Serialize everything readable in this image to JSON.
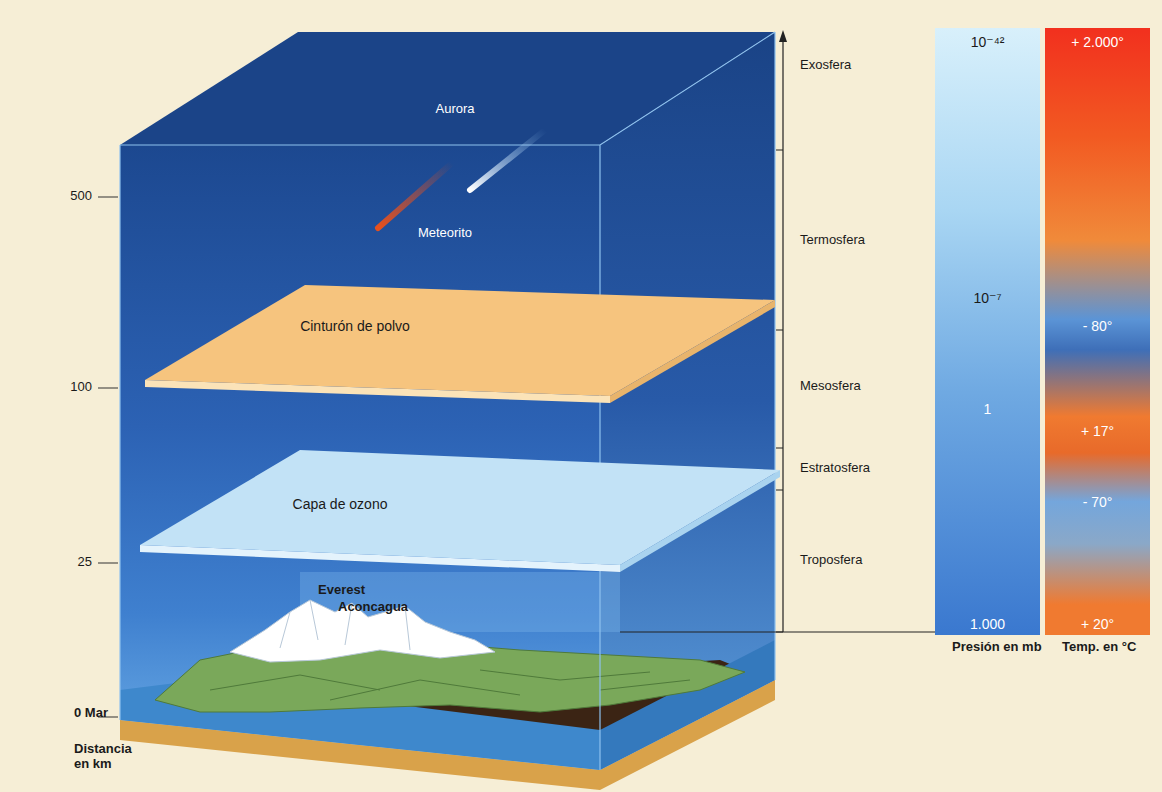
{
  "diagram": {
    "nodes": [
      {
        "text": [
          "Cinturón de polvo"
        ]
      },
      {
        "text": [
          "Capa de ozono"
        ]
      },
      {
        "text": [
          "10⁻⁴²",
          "10⁻⁷",
          "1",
          "1.000",
          "Presión en mb"
        ]
      },
      {
        "text": [
          "+ 2.000°",
          "- 80°",
          "+ 17°",
          "- 70°",
          "+ 20°",
          "Temp. en °C"
        ]
      }
    ],
    "edges": [],
    "labels": [
      "Exosfera",
      "Aurora",
      "500",
      "Meteorito",
      "Termosfera",
      "Mesosfera",
      "100",
      "Estratosfera",
      "Troposfera",
      "25",
      "Everest",
      "Aconcagua",
      "0 Mar",
      "Distancia en km"
    ]
  }
}
